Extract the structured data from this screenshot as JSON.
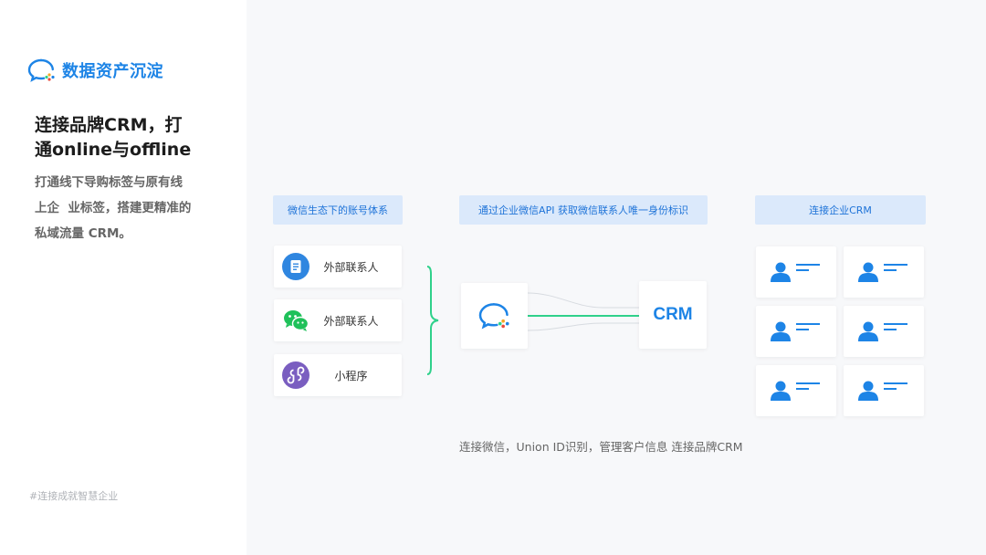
{
  "sidebar": {
    "brand_title": "数据资产沉淀",
    "headline_line1": "连接品牌CRM，打",
    "headline_line2": "通online与offline",
    "desc_line1": "打通线下导购标签与原有线",
    "desc_line2": "上企  业标签，搭建更精准的",
    "desc_line3": "私域流量 CRM。",
    "footer_tag": "#连接成就智慧企业"
  },
  "diagram": {
    "headers": [
      "微信生态下的账号体系",
      "通过企业微信API 获取微信联系人唯一身份标识",
      "连接企业CRM"
    ],
    "sources": [
      {
        "label": "外部联系人",
        "icon": "contact-card-icon"
      },
      {
        "label": "外部联系人",
        "icon": "wechat-icon"
      },
      {
        "label": "小程序",
        "icon": "mini-program-icon"
      }
    ],
    "crm_label": "CRM",
    "caption": "连接微信，Union ID识别，管理客户信息 连接品牌CRM"
  },
  "colors": {
    "accent": "#1d84e6",
    "chip_bg": "#dbe9fb",
    "green": "#2fd18b",
    "wechat_green": "#1fc15a",
    "mini_purple": "#7a5ec0"
  }
}
